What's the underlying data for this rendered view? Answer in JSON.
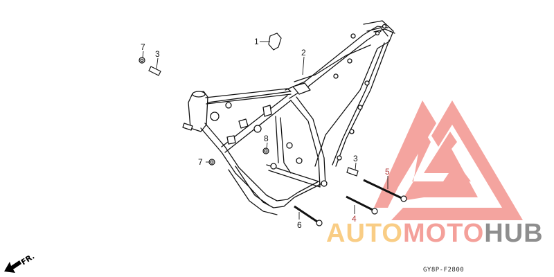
{
  "diagram": {
    "title_code": "GY8P-F2800",
    "direction_label": "FR.",
    "subject": "Motorcycle frame body exploded parts view",
    "callouts": [
      {
        "id": "1",
        "label": "1",
        "part": "clip / bracket"
      },
      {
        "id": "2",
        "label": "2",
        "part": "frame body"
      },
      {
        "id": "3a",
        "label": "3",
        "part": "collar (upper left)"
      },
      {
        "id": "3b",
        "label": "3",
        "part": "collar (lower right)"
      },
      {
        "id": "4",
        "label": "4",
        "part": "bolt"
      },
      {
        "id": "5",
        "label": "5",
        "part": "bolt"
      },
      {
        "id": "6",
        "label": "6",
        "part": "bolt"
      },
      {
        "id": "7a",
        "label": "7",
        "part": "nut (upper left)"
      },
      {
        "id": "7b",
        "label": "7",
        "part": "nut (middle left)"
      },
      {
        "id": "8",
        "label": "8",
        "part": "nut"
      }
    ]
  },
  "watermark": {
    "part1": "AUTO",
    "part2": "MOTO",
    "part3": "HUB",
    "colors": {
      "auto": "#f9cd85",
      "moto": "#f4a09a",
      "hub": "#8e8e8e",
      "logo": "#f4a09a"
    }
  }
}
